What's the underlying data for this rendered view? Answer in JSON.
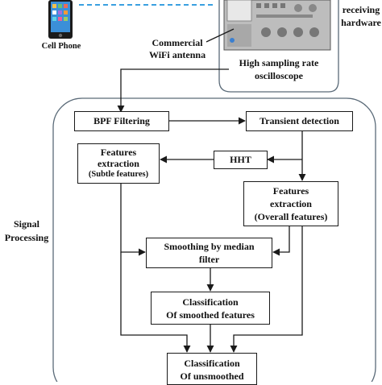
{
  "devices": {
    "phone_label": "Cell Phone",
    "antenna_label": [
      "Commercial",
      "WiFi antenna"
    ],
    "scope_label": [
      "High sampling rate",
      "oscilloscope"
    ],
    "hardware_label": [
      "receiving",
      "hardware"
    ]
  },
  "section": {
    "label": [
      "Signal",
      "Processing"
    ]
  },
  "blocks": {
    "bpf": [
      "BPF Filtering"
    ],
    "transient": [
      "Transient detection"
    ],
    "hht": [
      "HHT"
    ],
    "subtle": [
      "Features",
      "extraction",
      "(Subtle features)"
    ],
    "overall": [
      "Features",
      "extraction",
      "(Overall features)"
    ],
    "smoothing": [
      "Smoothing by median",
      "filter"
    ],
    "class_smooth": [
      "Classification",
      "Of smoothed features"
    ],
    "class_unsmooth": [
      "Classification",
      "Of unsmoothed"
    ]
  },
  "colors": {
    "dashed_link": "#3aa0e0",
    "frame": "#5a6a78",
    "line": "#1a1a1a"
  }
}
